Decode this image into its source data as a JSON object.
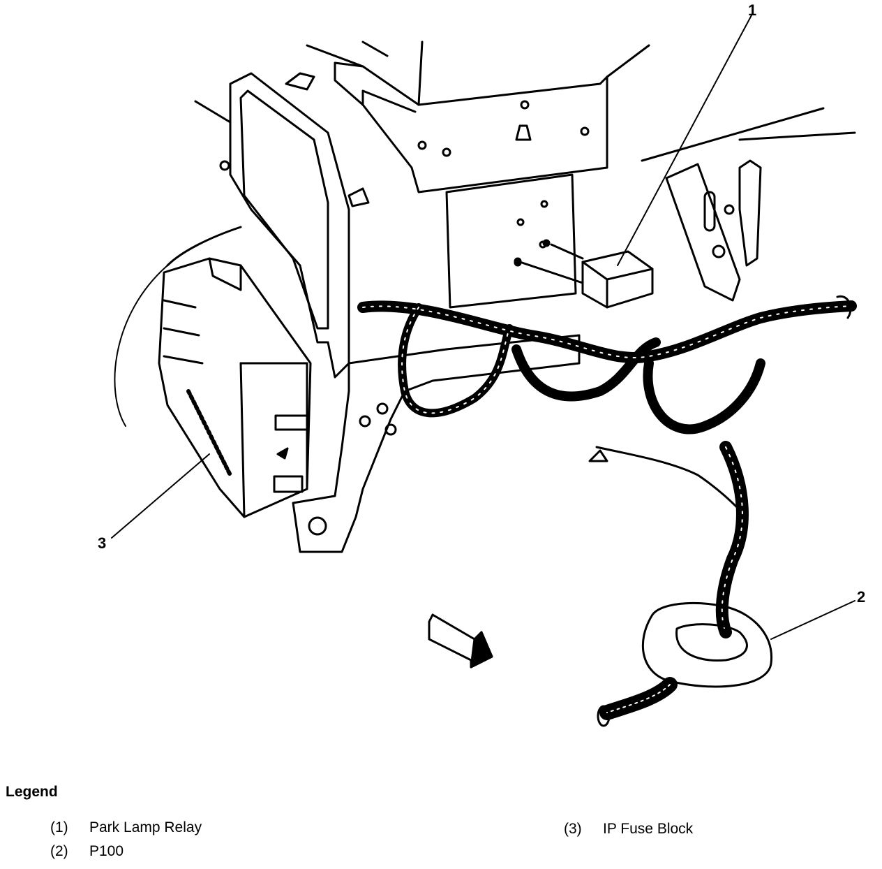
{
  "callouts": {
    "c1": "1",
    "c2": "2",
    "c3": "3"
  },
  "legend": {
    "title": "Legend",
    "items": [
      {
        "number": "(1)",
        "label": "Park Lamp Relay"
      },
      {
        "number": "(2)",
        "label": "P100"
      },
      {
        "number": "(3)",
        "label": "IP Fuse Block"
      }
    ]
  },
  "colors": {
    "line": "#000000",
    "background": "#ffffff"
  }
}
